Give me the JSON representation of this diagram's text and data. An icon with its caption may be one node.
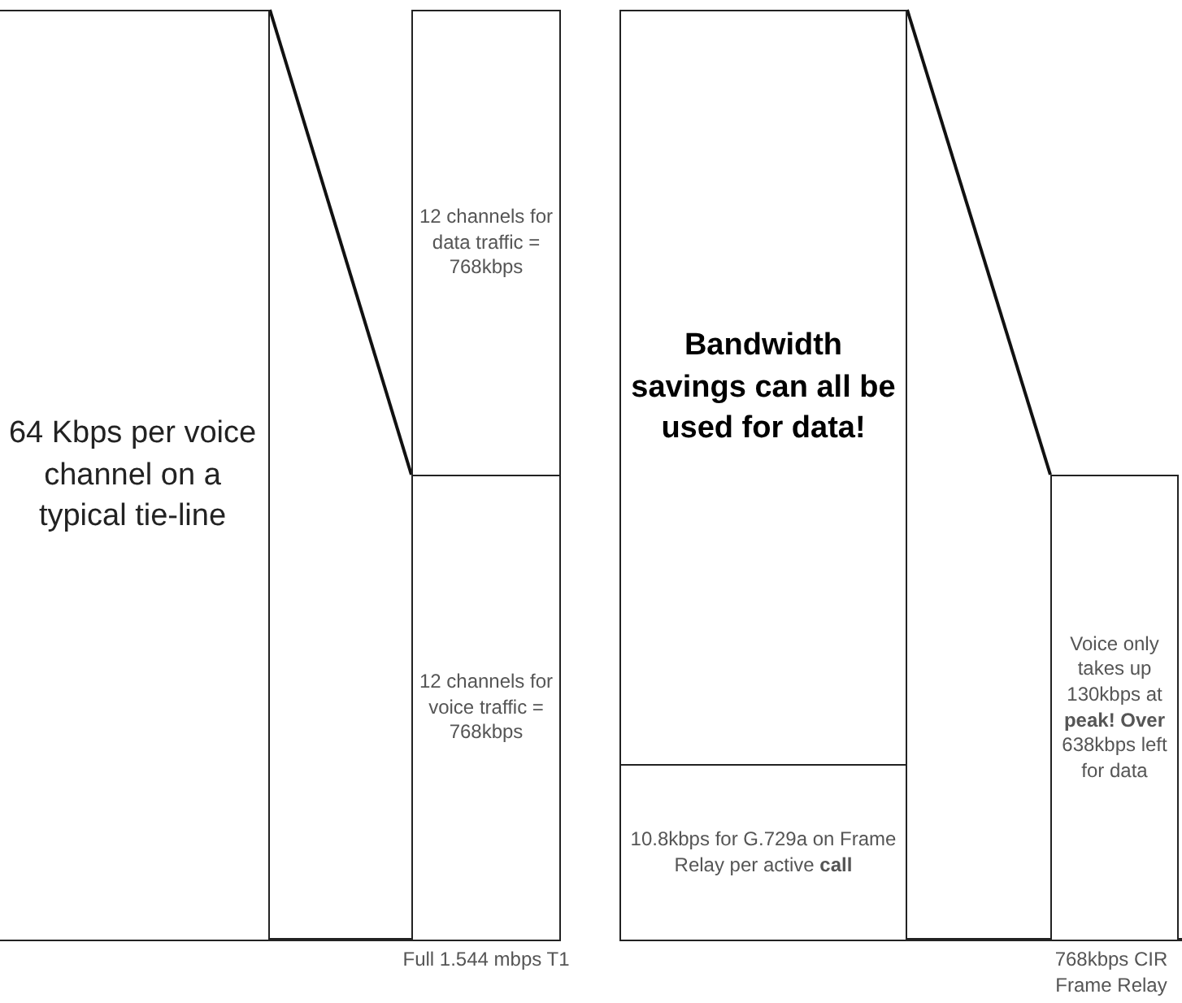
{
  "diagram": {
    "nodes": [
      {
        "text": [
          "64 Kbps per voice channel on a typical tie-line"
        ]
      },
      {
        "text": [
          "12 channels for data traffic = 768kbps"
        ]
      },
      {
        "text": [
          "12 channels for voice traffic = 768kbps"
        ],
        "beside": [
          "Full 1.544 mbps T1"
        ]
      },
      {
        "text": [
          "Bandwidth savings can all be used for data!"
        ]
      },
      {
        "text": [
          "10.8kbps for G.729a on Frame Relay per active **call**"
        ]
      },
      {
        "text": [
          "Voice only takes up 130kbps at **peak! Over** 638kbps left for data"
        ],
        "beside": [
          "768kbps CIR Frame Relay"
        ]
      }
    ],
    "edges": [
      {
        "from": 0,
        "to": 2,
        "arrow": "none"
      },
      {
        "from": 3,
        "to": 5,
        "arrow": "none"
      }
    ]
  }
}
